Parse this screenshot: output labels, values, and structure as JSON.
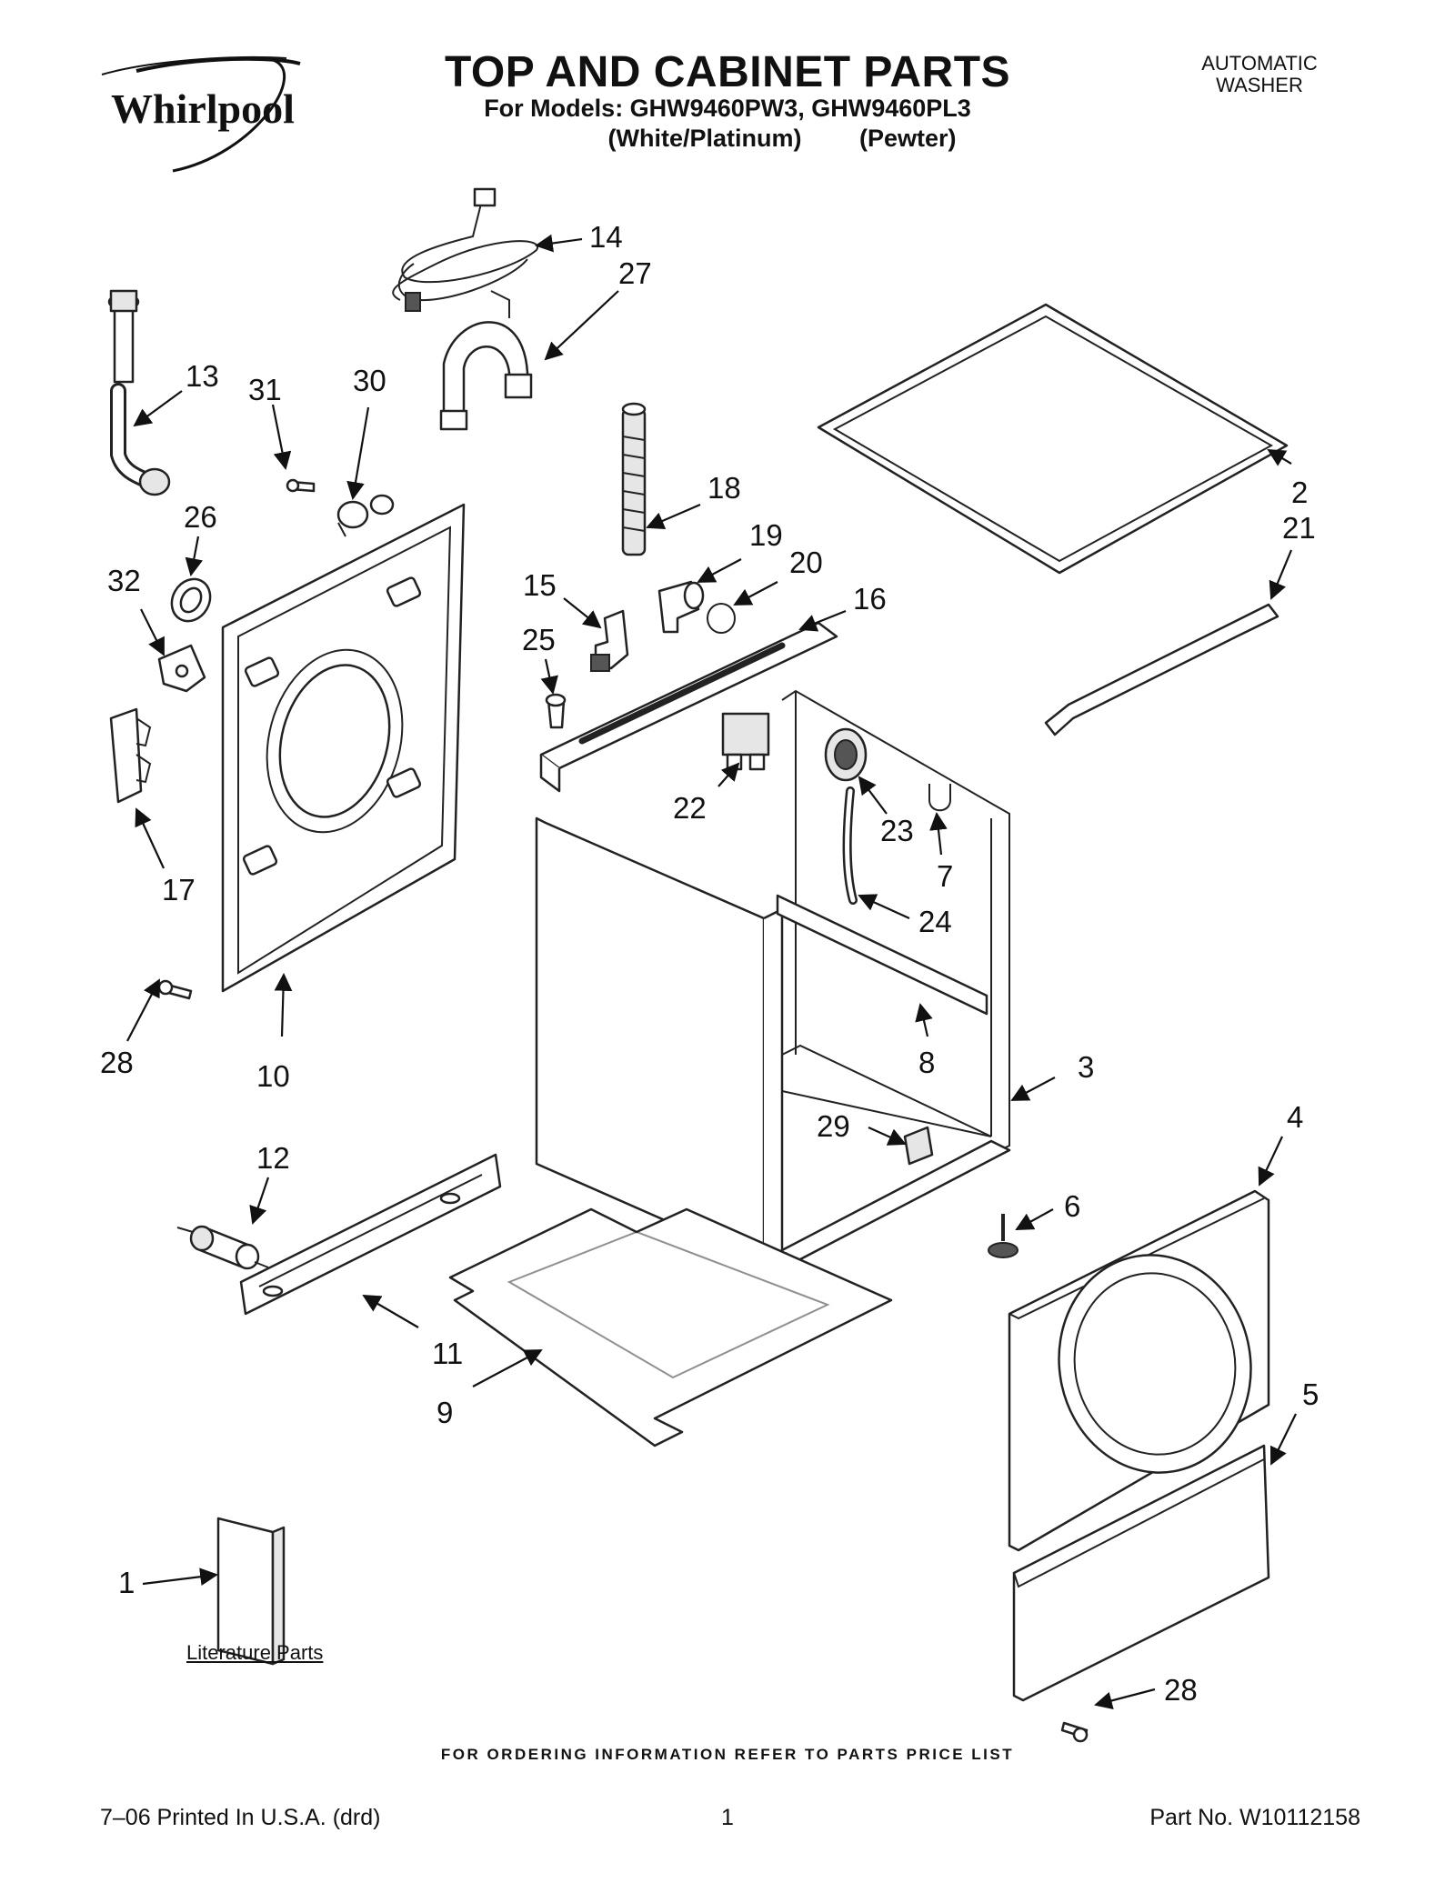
{
  "header": {
    "brand": "Whirlpool",
    "title": "TOP AND CABINET PARTS",
    "models_line": "For Models: GHW9460PW3, GHW9460PL3",
    "color_1": "(White/Platinum)",
    "color_2": "(Pewter)",
    "product_line1": "AUTOMATIC",
    "product_line2": "WASHER"
  },
  "literature_label": "Literature Parts",
  "footer": {
    "ordering_note": "FOR ORDERING INFORMATION REFER TO PARTS PRICE LIST",
    "printed": "7–06 Printed In U.S.A. (drd)",
    "page": "1",
    "part_no": "Part No. W10112158"
  },
  "callouts": {
    "p1": "1",
    "p2": "2",
    "p3": "3",
    "p4": "4",
    "p5": "5",
    "p6": "6",
    "p7": "7",
    "p8": "8",
    "p9": "9",
    "p10": "10",
    "p11": "11",
    "p12": "12",
    "p13": "13",
    "p14": "14",
    "p15": "15",
    "p16": "16",
    "p17": "17",
    "p18": "18",
    "p19": "19",
    "p20": "20",
    "p21": "21",
    "p22": "22",
    "p23": "23",
    "p24": "24",
    "p25": "25",
    "p26": "26",
    "p27": "27",
    "p28a": "28",
    "p28b": "28",
    "p29": "29",
    "p30": "30",
    "p31": "31",
    "p32": "32"
  }
}
